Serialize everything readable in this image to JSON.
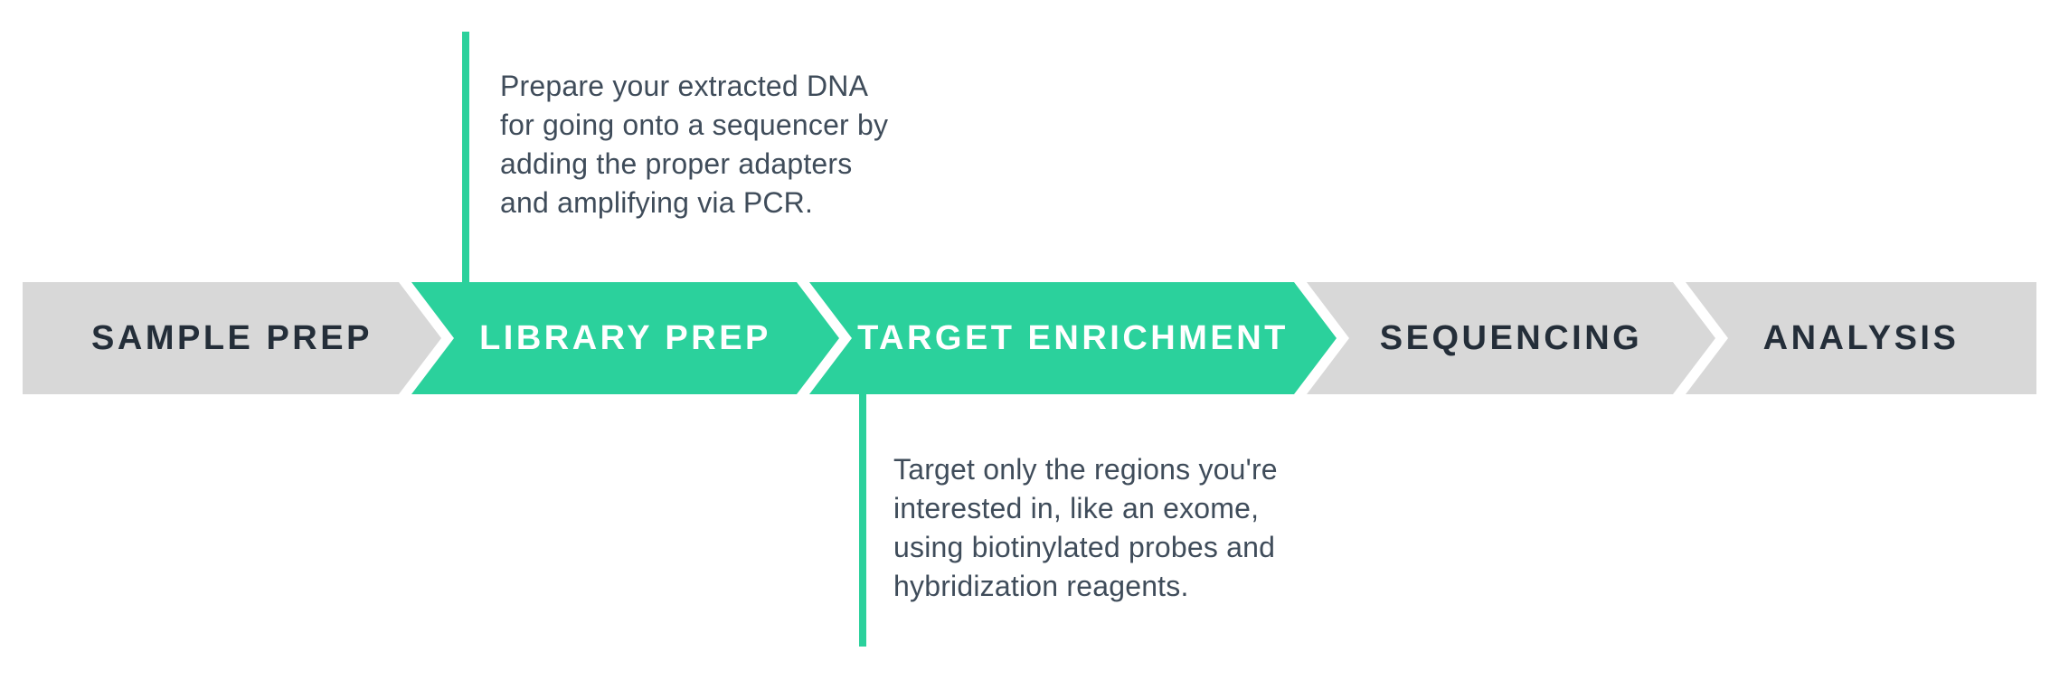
{
  "colors": {
    "green": "#2bd19c",
    "gray": "#d8d8d8",
    "dark_label": "#242e39",
    "description_text": "#3f4c5a",
    "white": "#ffffff"
  },
  "pipeline": {
    "steps": [
      {
        "label": "SAMPLE PREP",
        "highlighted": false
      },
      {
        "label": "LIBRARY PREP",
        "highlighted": true
      },
      {
        "label": "TARGET ENRICHMENT",
        "highlighted": true
      },
      {
        "label": "SEQUENCING",
        "highlighted": false
      },
      {
        "label": "ANALYSIS",
        "highlighted": false
      }
    ]
  },
  "callouts": {
    "library_prep": {
      "attached_step": "LIBRARY PREP",
      "text": "Prepare your extracted DNA\nfor going onto a sequencer by\nadding the proper adapters\nand amplifying via PCR."
    },
    "target_enrichment": {
      "attached_step": "TARGET ENRICHMENT",
      "text": "Target only the regions you're\ninterested in, like an exome,\nusing biotinylated probes and\nhybridization reagents."
    }
  }
}
